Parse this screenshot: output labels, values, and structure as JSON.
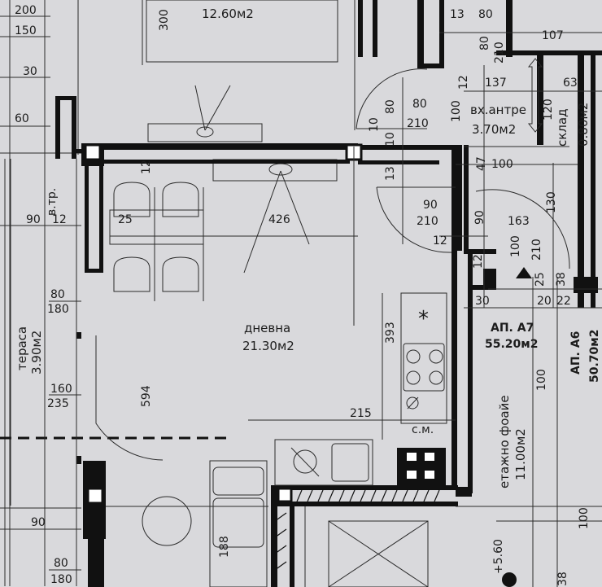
{
  "rooms": {
    "top_room_area": "12.60м2",
    "living_name": "дневна",
    "living_area": "21.30м2",
    "entry_name": "вх.антре",
    "entry_area": "3.70м2",
    "storage_name": "склад",
    "storage_area": "0.80м2",
    "terrace_name": "тераса",
    "terrace_area": "3.90м2",
    "foyer_name": "етажно фоайе",
    "foyer_area": "11.00м2",
    "apt_a7_name": "АП. А7",
    "apt_a7_area": "55.20м2",
    "apt_a6_name": "АП. А6",
    "apt_a6_area": "50.70м2",
    "vtr": "в.тр.",
    "sm": "с.м.",
    "level": "+5.60"
  },
  "dims": {
    "d200": "200",
    "d150": "150",
    "d30": "30",
    "d60": "60",
    "d90": "90",
    "d12": "12",
    "d80_180": "80",
    "d180": "180",
    "d160": "160",
    "d235": "235",
    "d90b": "90",
    "d80c": "80",
    "d180c": "180",
    "d300": "300",
    "d12b": "12",
    "d25": "25",
    "d426": "426",
    "d393": "393",
    "d594": "594",
    "d215": "215",
    "d188": "188",
    "d13": "13",
    "d80": "80",
    "d107": "107",
    "d80v": "80",
    "d210v": "210",
    "d12v": "12",
    "d137": "137",
    "d63": "63",
    "d80e": "80",
    "d210e": "210",
    "d10": "10",
    "d80f": "80",
    "d100a": "100",
    "d120": "120",
    "d10b": "10",
    "d47": "47",
    "d13b": "13",
    "d100b": "100",
    "d90d": "90",
    "d210d": "210",
    "d90c": "90",
    "d163": "163",
    "d130": "130",
    "d12c": "12",
    "d100c": "100",
    "d210c": "210",
    "d12d": "12",
    "d25b": "25",
    "d38": "38",
    "d30b": "30",
    "d20": "20",
    "d22": "22",
    "d100d": "100",
    "d100e": "100",
    "d38b": "38"
  }
}
